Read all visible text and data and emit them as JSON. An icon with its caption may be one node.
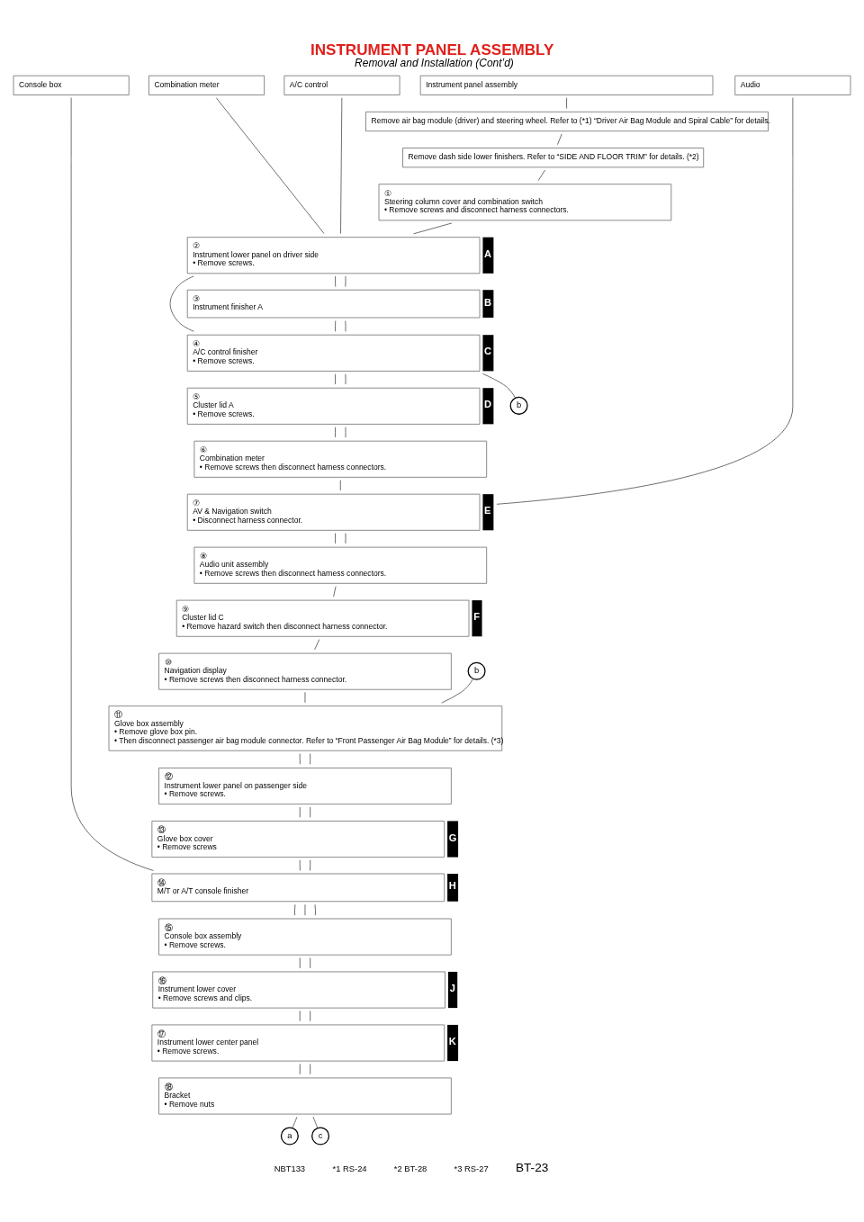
{
  "diagram": {
    "title": "INSTRUMENT PANEL ASSEMBLY",
    "caption": "Removal and Installation (Cont’d)",
    "nodes": [
      {
        "text": [
          "Instrument panel assembly"
        ]
      },
      {
        "text": [
          "Combination meter"
        ]
      },
      {
        "text": [
          "A/C control"
        ]
      },
      {
        "text": [
          "Audio"
        ]
      },
      {
        "text": [
          "Console box"
        ]
      },
      {
        "text": [
          "Remove air bag module (driver) and steering wheel. Refer to (*1) “Driver Air Bag Module and Spiral Cable” for details."
        ]
      },
      {
        "text": [
          "Remove dash side lower finishers. Refer to “SIDE AND FLOOR TRIM” for details. (*2)"
        ]
      },
      {
        "text": [
          "①",
          "Steering column cover and combination switch",
          "• Remove screws and disconnect harness connectors."
        ]
      },
      {
        "text": [
          "②",
          "Instrument lower panel on driver side",
          "• Remove screws."
        ],
        "beside": [
          "A"
        ]
      },
      {
        "text": [
          "③",
          "Instrument finisher A"
        ],
        "beside": [
          "B"
        ]
      },
      {
        "text": [
          "④",
          "A/C control finisher",
          "• Remove screws."
        ],
        "beside": [
          "C"
        ]
      },
      {
        "text": [
          "⑤",
          "Cluster lid A",
          "• Remove screws."
        ],
        "beside": [
          "D"
        ]
      },
      {
        "text": [
          "b"
        ]
      },
      {
        "text": [
          "⑥",
          "Combination meter",
          "• Remove screws then disconnect harness connectors."
        ]
      },
      {
        "text": [
          "⑦",
          "AV & Navigation switch",
          "• Disconnect harness connector."
        ],
        "beside": [
          "E"
        ]
      },
      {
        "text": [
          "⑧",
          "Audio unit assembly",
          "• Remove screws then disconnect harness connectors."
        ]
      },
      {
        "text": [
          "⑨",
          "Cluster lid C",
          "• Remove hazard switch then disconnect harness connector."
        ],
        "beside": [
          "F"
        ]
      },
      {
        "text": [
          "⑩",
          "Navigation display",
          "• Remove screws then disconnect harness connector."
        ]
      },
      {
        "text": [
          "b"
        ]
      },
      {
        "text": [
          "⑪",
          "Glove box assembly",
          "• Remove glove box pin.",
          "• Then disconnect passenger air bag module connector. Refer to “Front Passenger Air Bag Module” for details. (*3)"
        ]
      },
      {
        "text": [
          "⑫",
          "Instrument lower panel on passenger side",
          "• Remove screws."
        ]
      },
      {
        "text": [
          "⑬",
          "Glove box cover",
          "• Remove screws"
        ],
        "beside": [
          "G"
        ]
      },
      {
        "text": [
          "⑭",
          "M/T or A/T console finisher"
        ],
        "beside": [
          "H"
        ]
      },
      {
        "text": [
          "⑮",
          "Console box assembly",
          "• Remove screws."
        ]
      },
      {
        "text": [
          "⑯",
          "Instrument lower cover",
          "• Remove screws and clips."
        ],
        "beside": [
          "J"
        ]
      },
      {
        "text": [
          "⑰",
          "Instrument lower center panel",
          "• Remove screws."
        ],
        "beside": [
          "K"
        ]
      },
      {
        "text": [
          "⑱",
          "Bracket",
          "• Remove nuts"
        ]
      },
      {
        "text": [
          "a"
        ]
      },
      {
        "text": [
          "c"
        ]
      }
    ],
    "edges": [
      {
        "from": 0,
        "to": 5,
        "arrow": "none"
      },
      {
        "from": 5,
        "to": 6,
        "arrow": "none"
      },
      {
        "from": 6,
        "to": 7,
        "arrow": "none"
      },
      {
        "from": 7,
        "to": 8,
        "arrow": "none"
      },
      {
        "from": 8,
        "to": 9,
        "arrow": "none"
      },
      {
        "from": 9,
        "to": 10,
        "arrow": "none"
      },
      {
        "from": 10,
        "to": 11,
        "arrow": "none"
      },
      {
        "from": 11,
        "to": 13,
        "arrow": "none"
      },
      {
        "from": 13,
        "to": 14,
        "arrow": "none"
      },
      {
        "from": 14,
        "to": 15,
        "arrow": "none"
      },
      {
        "from": 15,
        "to": 16,
        "arrow": "none"
      },
      {
        "from": 16,
        "to": 17,
        "arrow": "none"
      },
      {
        "from": 17,
        "to": 19,
        "arrow": "none"
      },
      {
        "from": 19,
        "to": 20,
        "arrow": "none"
      },
      {
        "from": 20,
        "to": 21,
        "arrow": "none"
      },
      {
        "from": 21,
        "to": 22,
        "arrow": "none"
      },
      {
        "from": 22,
        "to": 23,
        "arrow": "none"
      },
      {
        "from": 23,
        "to": 24,
        "arrow": "none"
      },
      {
        "from": 24,
        "to": 25,
        "arrow": "none"
      },
      {
        "from": 25,
        "to": 26,
        "arrow": "none"
      },
      {
        "from": 26,
        "to": 27,
        "arrow": "none"
      },
      {
        "from": 1,
        "to": 8,
        "arrow": "none"
      },
      {
        "from": 8,
        "to": 9,
        "arrow": "none"
      },
      {
        "from": 9,
        "to": 10,
        "arrow": "none"
      },
      {
        "from": 10,
        "to": 11,
        "arrow": "none"
      },
      {
        "from": 11,
        "to": 13,
        "arrow": "none"
      },
      {
        "from": 2,
        "to": 8,
        "arrow": "none"
      },
      {
        "from": 8,
        "to": 10,
        "arrow": "none"
      },
      {
        "from": 10,
        "to": 12,
        "arrow": "none"
      },
      {
        "from": 18,
        "to": 19,
        "arrow": "none"
      },
      {
        "from": 19,
        "to": 20,
        "arrow": "none"
      },
      {
        "from": 20,
        "to": 21,
        "arrow": "none"
      },
      {
        "from": 21,
        "to": 22,
        "arrow": "none"
      },
      {
        "from": 22,
        "to": 23,
        "arrow": "none"
      },
      {
        "from": 23,
        "to": 24,
        "arrow": "none"
      },
      {
        "from": 24,
        "to": 25,
        "arrow": "none"
      },
      {
        "from": 25,
        "to": 26,
        "arrow": "none"
      },
      {
        "from": 26,
        "to": 28,
        "arrow": "none"
      },
      {
        "from": 3,
        "to": 14,
        "arrow": "none"
      },
      {
        "from": 14,
        "to": 15,
        "arrow": "none"
      },
      {
        "from": 4,
        "to": 22,
        "arrow": "none"
      },
      {
        "from": 22,
        "to": 23,
        "arrow": "none"
      }
    ],
    "labels": [
      "NBT133",
      "*1 RS-24",
      "*2 BT-28",
      "*3 RS-27",
      "BT-23"
    ]
  }
}
